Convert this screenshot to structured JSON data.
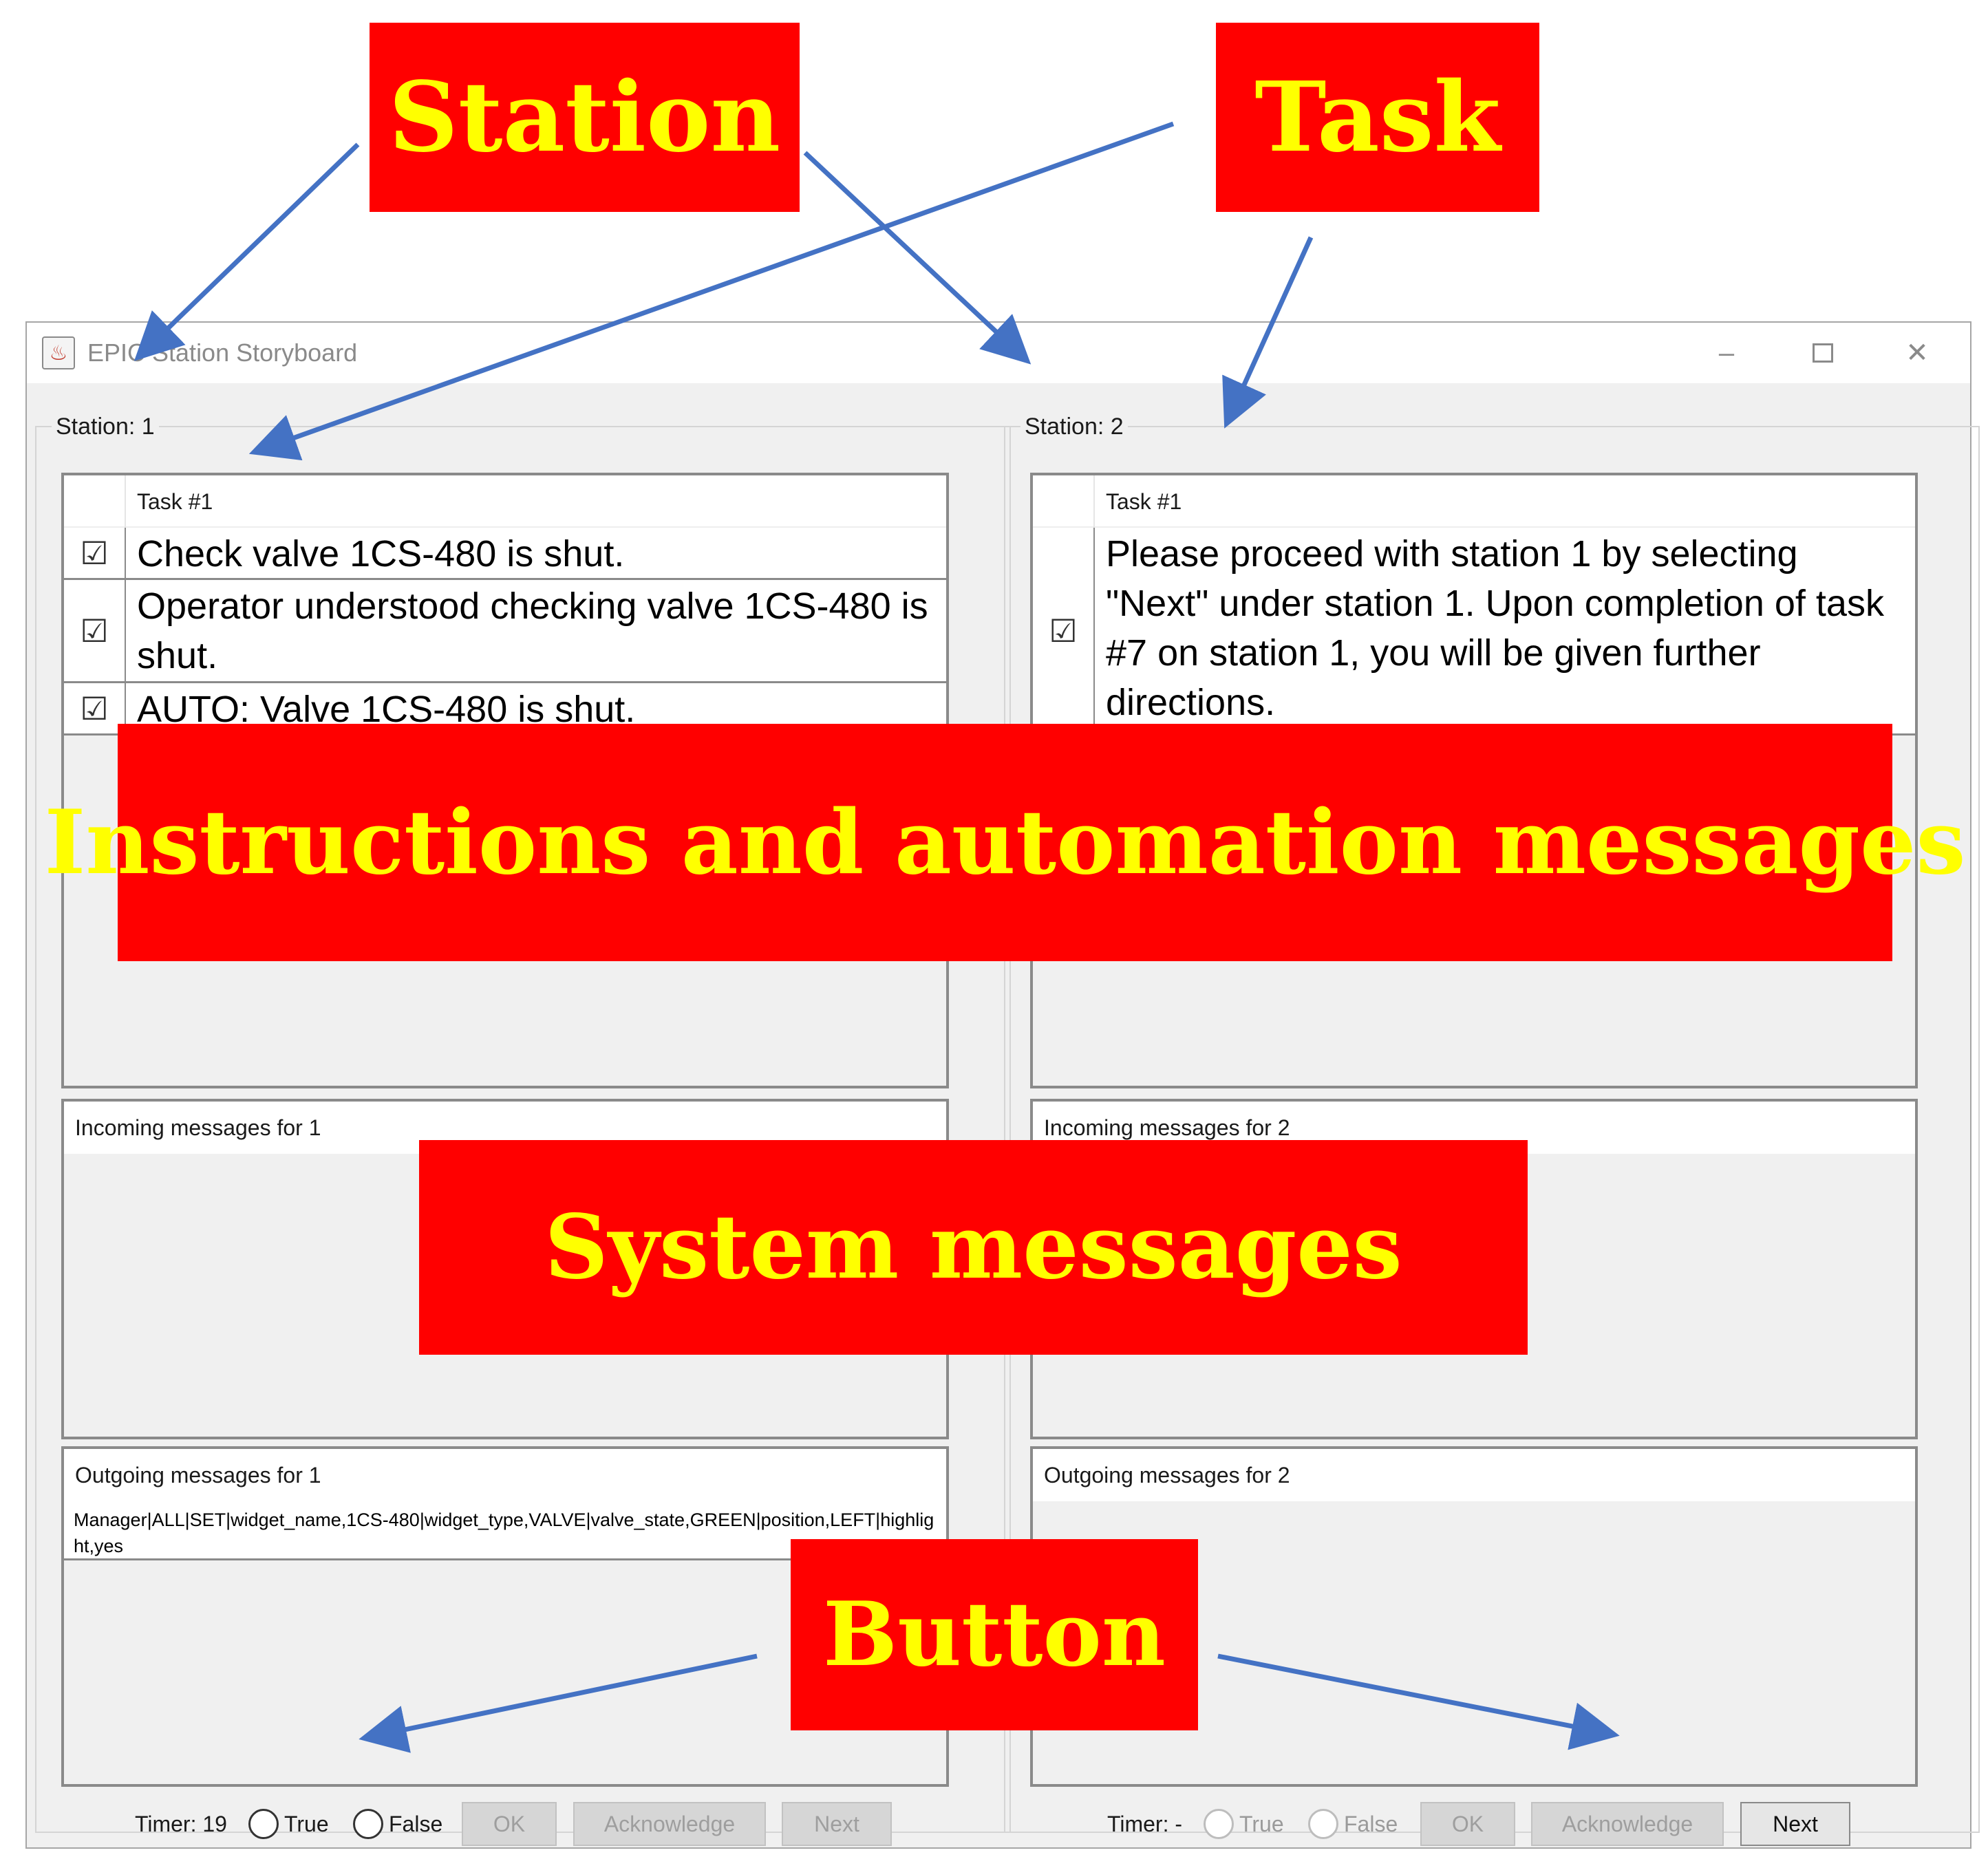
{
  "window": {
    "title": "EPIC Station Storyboard",
    "icon": "java-cup-icon",
    "controls": {
      "minimize": "–",
      "maximize": "□",
      "close": "✕"
    }
  },
  "stations": [
    {
      "label": "Station: 1",
      "task_header": "Task #1",
      "tasks": [
        {
          "checked": true,
          "text": "Check valve 1CS-480 is shut."
        },
        {
          "checked": true,
          "text": "Operator understood checking valve 1CS-480 is shut."
        },
        {
          "checked": true,
          "text": "AUTO: Valve 1CS-480 is shut."
        }
      ],
      "incoming_header": "Incoming messages for 1",
      "outgoing_header": "Outgoing messages for 1",
      "outgoing_messages": [
        "Manager|ALL|SET|widget_name,1CS-480|widget_type,VALVE|valve_state,GREEN|position,LEFT|highlight,yes"
      ],
      "timer": "Timer: 19",
      "radio_true": "True",
      "radio_false": "False",
      "radios_enabled": true,
      "buttons": {
        "ok": "OK",
        "acknowledge": "Acknowledge",
        "next": "Next"
      },
      "next_enabled": false
    },
    {
      "label": "Station: 2",
      "task_header": "Task #1",
      "tasks": [
        {
          "checked": true,
          "text": "Please proceed with station 1 by selecting \"Next\" under station 1. Upon completion of task #7 on station 1, you will be given further directions."
        }
      ],
      "incoming_header": "Incoming messages for 2",
      "outgoing_header": "Outgoing messages for 2",
      "outgoing_messages": [],
      "timer": "Timer: -",
      "radio_true": "True",
      "radio_false": "False",
      "radios_enabled": false,
      "buttons": {
        "ok": "OK",
        "acknowledge": "Acknowledge",
        "next": "Next"
      },
      "next_enabled": true
    }
  ],
  "annotations": {
    "station": "Station",
    "task": "Task",
    "instructions": "Instructions and automation messages",
    "system": "System messages",
    "button": "Button",
    "callout_color": "#ff0000",
    "callout_text_color": "#ffff00",
    "arrow_color": "#4472c4"
  },
  "check_glyph": "☑"
}
